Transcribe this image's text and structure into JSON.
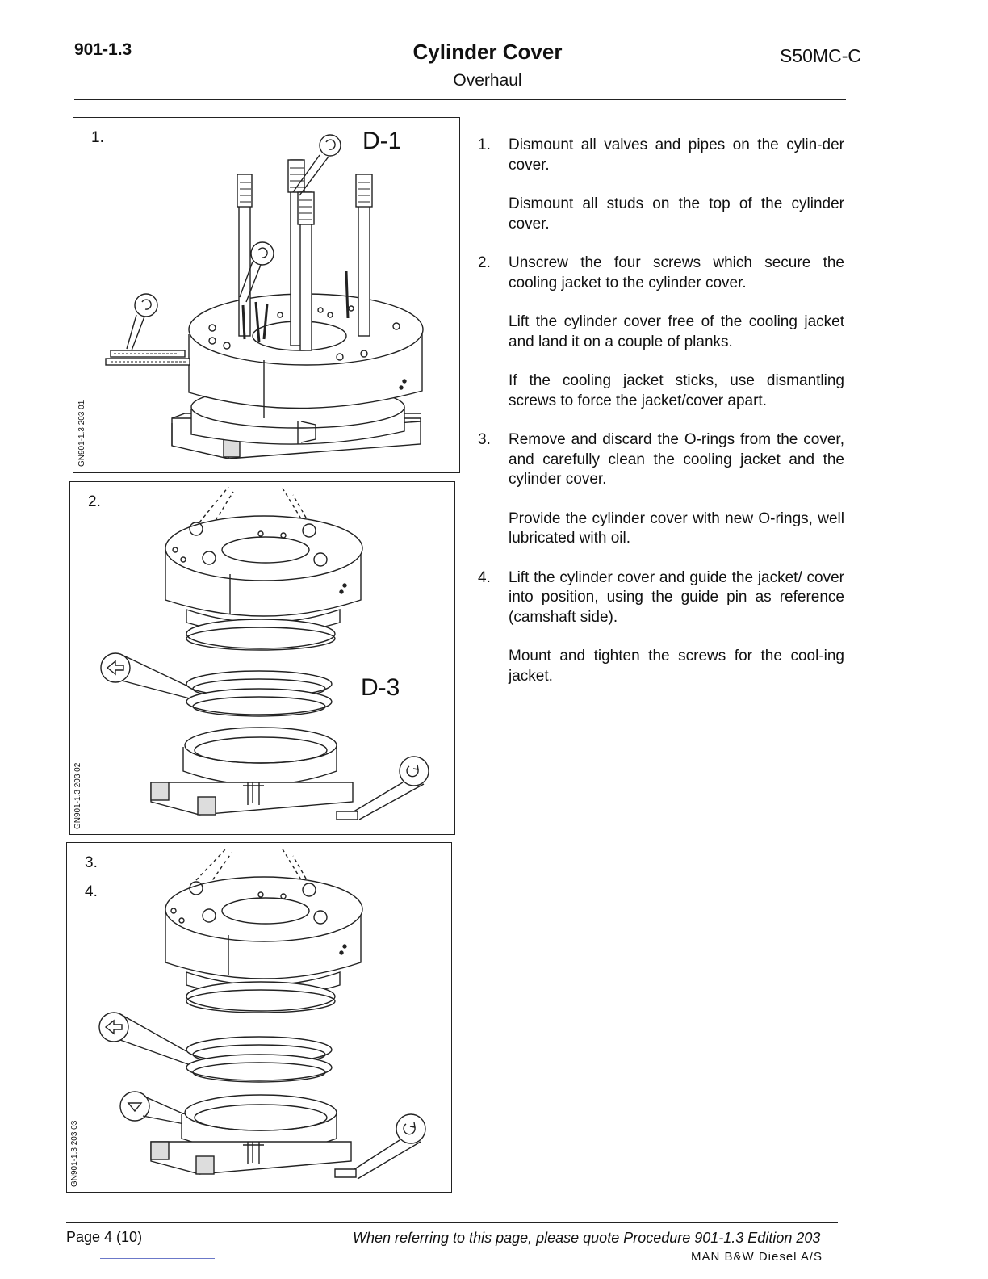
{
  "header": {
    "doc_number": "901-1.3",
    "title": "Cylinder Cover",
    "subtitle": "Overhaul",
    "engine": "S50MC-C"
  },
  "figures": [
    {
      "number": "1.",
      "code": "GN901-1.3 203 01",
      "labels": [
        "D-1"
      ]
    },
    {
      "number": "2.",
      "code": "GN901-1.3 203 02",
      "labels": [
        "D-3"
      ]
    },
    {
      "number": "3.",
      "number2": "4.",
      "code": "GN901-1.3 203 03",
      "labels": []
    }
  ],
  "steps": [
    {
      "num": "1.",
      "paragraphs": [
        "Dismount all valves and pipes on the cylin-der cover.",
        "Dismount all studs on the top of the cylinder cover."
      ]
    },
    {
      "num": "2.",
      "paragraphs": [
        "Unscrew the four screws which secure the cooling jacket to the cylinder cover.",
        "Lift the cylinder cover free of the cooling jacket and land it on a couple of planks.",
        "If the cooling jacket sticks, use dismantling screws to force the jacket/cover apart."
      ]
    },
    {
      "num": "3.",
      "paragraphs": [
        "Remove and discard the O-rings from the cover, and carefully clean the cooling jacket and the cylinder cover.",
        "Provide the cylinder cover with new O-rings, well lubricated with oil."
      ]
    },
    {
      "num": "4.",
      "paragraphs": [
        "Lift the cylinder cover and guide the jacket/ cover into position, using the guide pin as reference (camshaft side).",
        "Mount and tighten the screws for the cool-ing jacket."
      ]
    }
  ],
  "footer": {
    "page": "Page 4 (10)",
    "reference": "When referring to this page, please quote Procedure 901-1.3 Edition 203",
    "maker": "MAN B&W Diesel A/S"
  }
}
